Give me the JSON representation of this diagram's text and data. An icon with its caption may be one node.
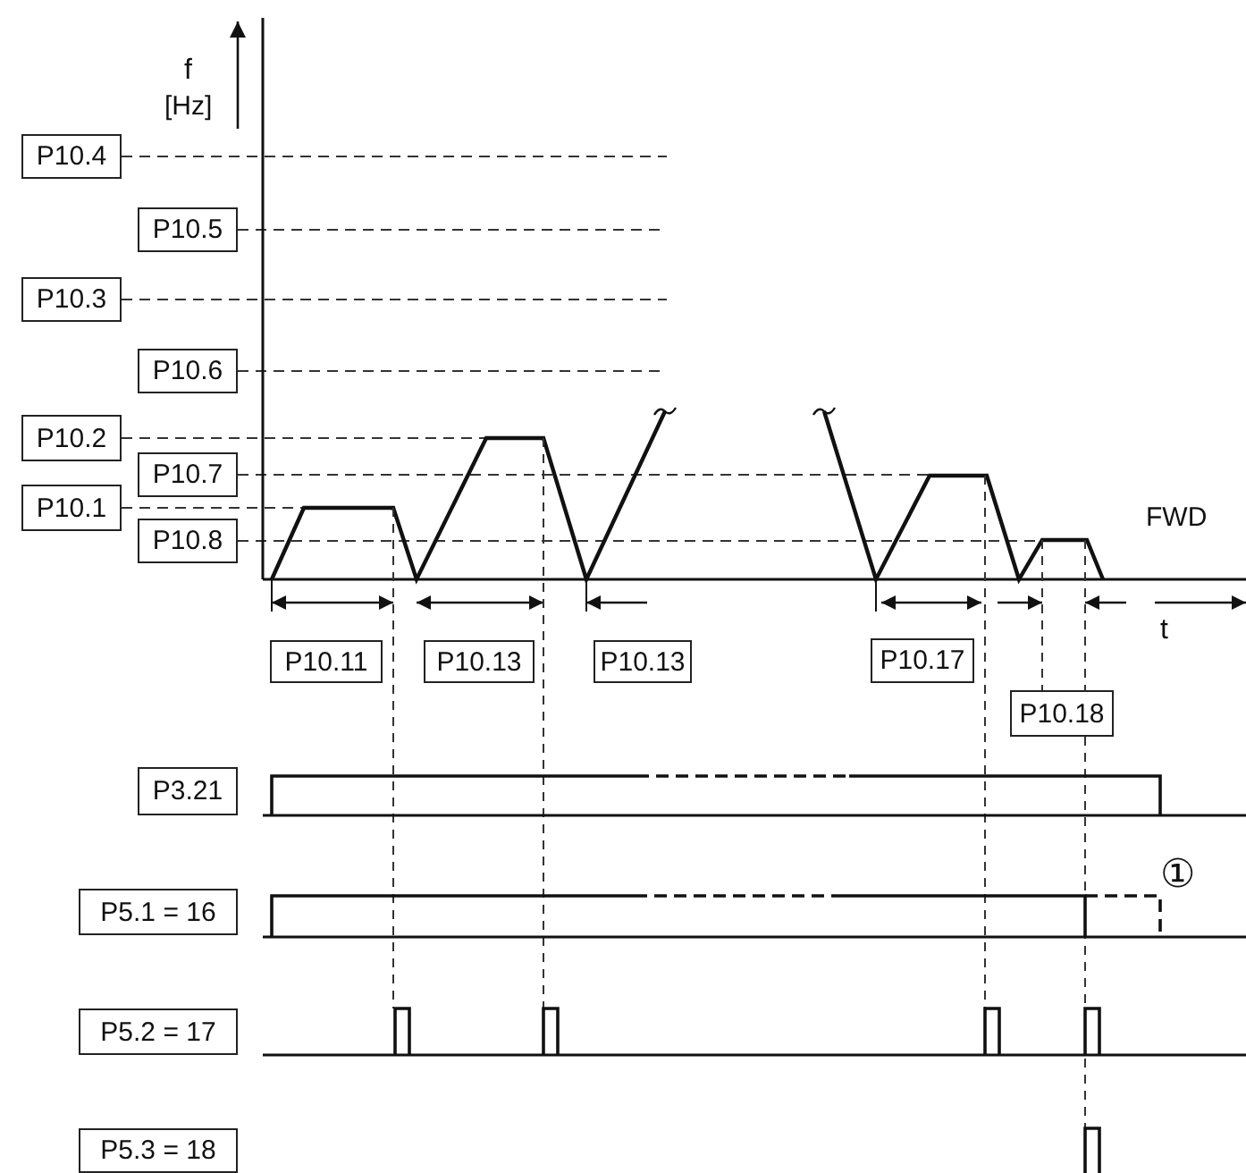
{
  "diagram": {
    "nodes": [
      {
        "text": [
          "P10.4"
        ]
      },
      {
        "text": [
          "P10.5"
        ]
      },
      {
        "text": [
          "P10.3"
        ]
      },
      {
        "text": [
          "P10.6"
        ]
      },
      {
        "text": [
          "P10.2"
        ]
      },
      {
        "text": [
          "P10.7"
        ]
      },
      {
        "text": [
          "P10.1"
        ]
      },
      {
        "text": [
          "P10.8"
        ]
      },
      {
        "text": [
          "P10.11"
        ]
      },
      {
        "text": [
          "P10.13"
        ]
      },
      {
        "text": [
          "P10.13"
        ]
      },
      {
        "text": [
          "P10.17"
        ]
      },
      {
        "text": [
          "P10.18"
        ]
      },
      {
        "text": [
          "P3.21"
        ]
      },
      {
        "text": [
          "P5.1 = 16"
        ]
      },
      {
        "text": [
          "P5.2 = 17"
        ]
      },
      {
        "text": [
          "P5.3 = 18"
        ]
      }
    ],
    "labels": [
      "f",
      "[Hz]",
      "FWD",
      "t",
      "①"
    ]
  }
}
